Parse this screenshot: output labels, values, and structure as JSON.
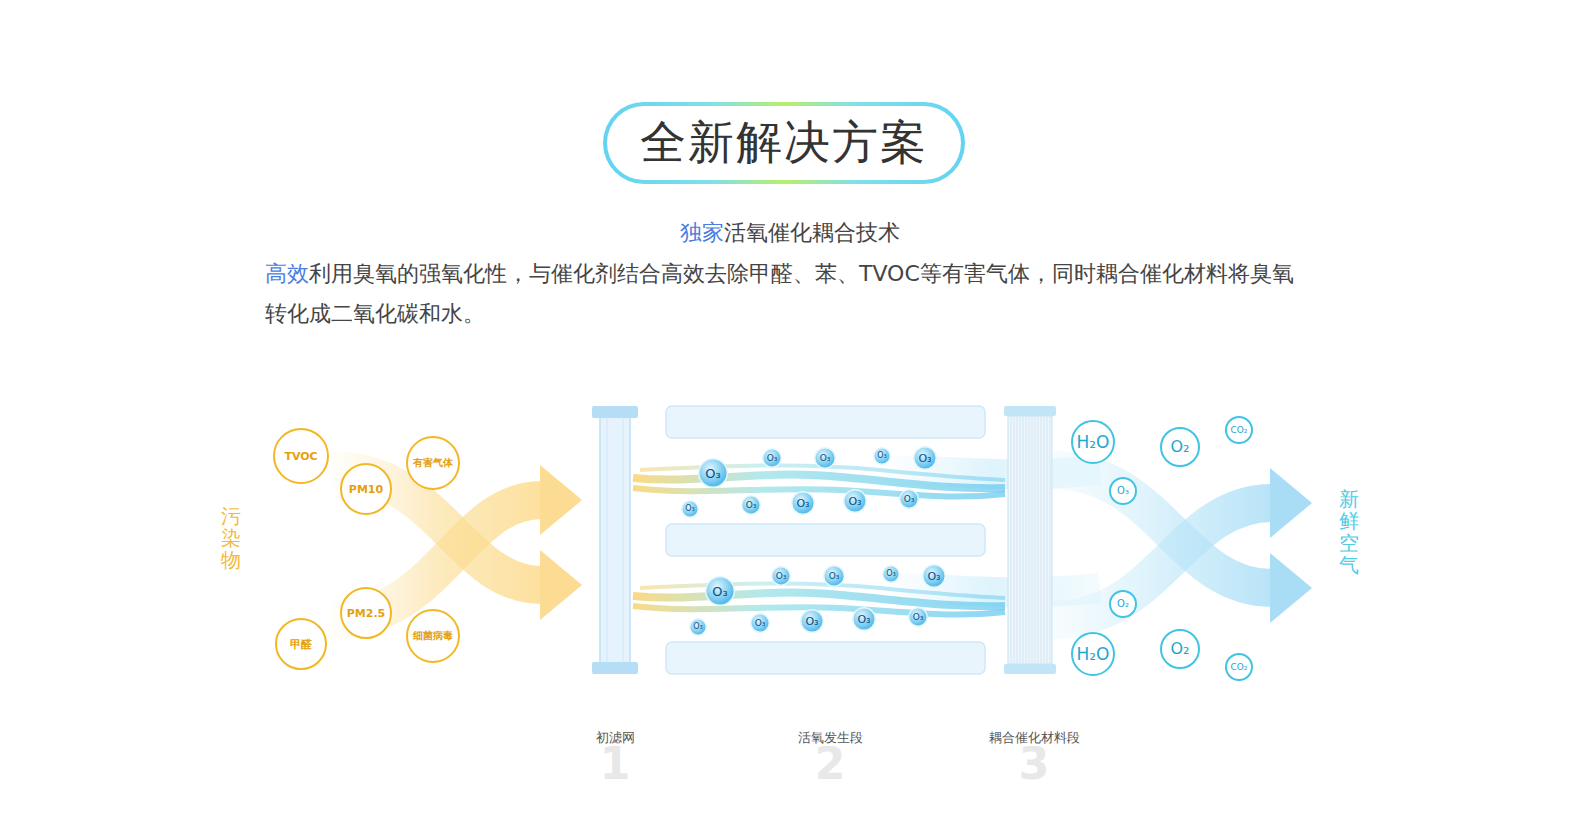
{
  "diagram": {
    "title": "全新解决方案",
    "nodes": [
      {
        "text": [
          "TVOC"
        ]
      },
      {
        "text": [
          "PM10"
        ]
      },
      {
        "text": [
          "有害气体"
        ]
      },
      {
        "text": [
          "PM2.5"
        ]
      },
      {
        "text": [
          "甲醛"
        ]
      },
      {
        "text": [
          "细菌病毒"
        ]
      },
      {
        "text": [
          "O₃"
        ]
      },
      {
        "text": [
          "O₃"
        ]
      },
      {
        "text": [
          "O₃"
        ]
      },
      {
        "text": [
          "O₃"
        ]
      },
      {
        "text": [
          "O₃"
        ]
      },
      {
        "text": [
          "O₃"
        ]
      },
      {
        "text": [
          "O₃"
        ]
      },
      {
        "text": [
          "O₃"
        ]
      },
      {
        "text": [
          "O₃"
        ]
      },
      {
        "text": [
          "O₃"
        ]
      },
      {
        "text": [
          "O₃"
        ]
      },
      {
        "text": [
          "O₃"
        ]
      },
      {
        "text": [
          "O₃"
        ]
      },
      {
        "text": [
          "O₃"
        ]
      },
      {
        "text": [
          "O₃"
        ]
      },
      {
        "text": [
          "O₃"
        ]
      },
      {
        "text": [
          "O₃"
        ]
      },
      {
        "text": [
          "O₃"
        ]
      },
      {
        "text": [
          "O₃"
        ]
      },
      {
        "text": [
          "O₃"
        ]
      },
      {
        "text": [
          "H₂O"
        ]
      },
      {
        "text": [
          "O₂"
        ]
      },
      {
        "text": [
          "CO₂"
        ]
      },
      {
        "text": [
          "O₃"
        ]
      },
      {
        "text": [
          "O₂"
        ]
      },
      {
        "text": [
          "H₂O"
        ]
      },
      {
        "text": [
          "O₂"
        ]
      },
      {
        "text": [
          "CO₂"
        ]
      }
    ],
    "labels": [
      "独家",
      "活氧催化耦合技术",
      "高效",
      "利用臭氧的强氧化性，与催化剂结合高效去除甲醛、苯、TVOC等有害气体，同时耦合催化材料将臭氧转化成二氧化碳和水。",
      "污染物",
      "新鲜空气",
      "1",
      "初滤网",
      "2",
      "活氧发生段",
      "3",
      "耦合催化材料段"
    ]
  }
}
